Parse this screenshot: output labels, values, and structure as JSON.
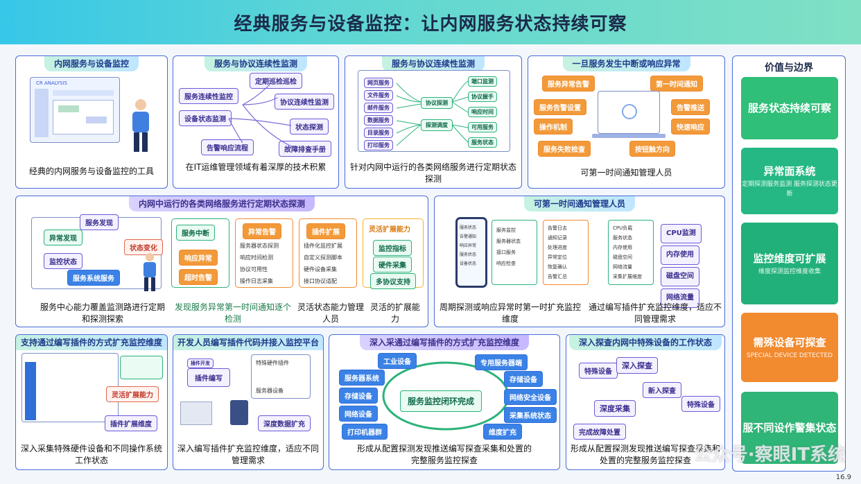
{
  "title": "经典服务与设备监控：让内网服务状态持续可察",
  "panels": {
    "p1": {
      "title": "内网服务与设备监控",
      "caption": "经典的内网服务与设备监控的工具",
      "screen_label": "CR ANALYSIS"
    },
    "p2": {
      "title": "服务与协议连续性监测",
      "caption": "在IT运维管理领域有着深厚的技术积累",
      "nodes": [
        "定期巡检巡检",
        "服务连续性监控",
        "协议连续性监测",
        "设备状态监测",
        "状态探测",
        "告警响应流程",
        "故障排查手册"
      ]
    },
    "p3": {
      "title": "服务与协议连续性监测",
      "caption": "针对内网中运行的各类网络服务进行定期状态探测",
      "left": [
        "网页服务",
        "文件服务",
        "邮件服务",
        "数据服务",
        "目录服务",
        "打印服务"
      ],
      "center": [
        "协议探测",
        "探测调度"
      ],
      "right": [
        "端口监测",
        "协议握手",
        "响应时间",
        "可用服务",
        "服务状态"
      ]
    },
    "p4": {
      "title": "一旦服务发生中断或响应异常",
      "caption": "可第一时间通知管理人员",
      "left": [
        "服务异常告警",
        "服务告警设置",
        "操作机制",
        "服务失败检查"
      ],
      "right": [
        "第一时间通知",
        "告警推送",
        "快速响应",
        "按钮触方向"
      ]
    },
    "p5": {
      "title": "内网中运行的各类网络服务进行定期状态探测",
      "tags": [
        "服务发现",
        "异常发现",
        "状态变化",
        "监控状态",
        "服务系统服务"
      ],
      "cols": [
        {
          "head": "服务中断",
          "items": [
            "响应异常",
            "超时告警"
          ]
        },
        {
          "head": "异常告警",
          "items": [
            "服务器状态探测",
            "响应时间检测",
            "协议可用性",
            "操作日志采集"
          ]
        },
        {
          "head": "插件扩展",
          "items": [
            "插件化监控扩展",
            "自定义探测脚本",
            "硬件设备采集",
            "接口协议适配"
          ]
        },
        {
          "head": "灵活扩展能力",
          "items": [
            "监控指标",
            "硬件采集",
            "多协议支持"
          ]
        }
      ],
      "captions": [
        "服务中心能力覆盖监测路进行定期和探测探索",
        "发现服务异常第一时间通知逐个检测",
        "灵活状态能力管理人员",
        "灵活的扩展能力"
      ]
    },
    "p6": {
      "title": "可第一时间通知管理人员",
      "phone": [
        "服务状态",
        "告警通知",
        "响应异常",
        "服务状态",
        "设备状态"
      ],
      "doc1": [
        "服务监控",
        "服务器状态",
        "接口服务",
        "响应检查"
      ],
      "doc2": [
        "告警日志",
        "通知记录",
        "处理进度",
        "异常定位",
        "恢复确认",
        "告警汇总"
      ],
      "list": [
        "CPU负载",
        "服务状态",
        "内存使用",
        "磁盘空间",
        "网络流量",
        "采集扩展维度"
      ],
      "right": [
        "CPU监测",
        "内存使用",
        "磁盘空间",
        "网络流量"
      ],
      "captions": [
        "周期探测或响应异常时第一时扩充监控维度",
        "通过编写插件扩充监控维度，适应不同管理需求"
      ]
    },
    "p7": {
      "title": "支持通过编写插件的方式扩充监控维度",
      "caption": "深入采集特殊硬件设备和不同操作系统工作状态",
      "tags": [
        "灵活扩展能力",
        "插件扩展维度"
      ]
    },
    "p8": {
      "title": "开发人员编写插件代码并接入监控平台",
      "caption": "深入编写插件扩充监控维度，适应不同管理需求",
      "tags": [
        "插件编写",
        "特殊硬件插件",
        "服务器设备",
        "深度数据扩充",
        "插件开发"
      ]
    },
    "p9": {
      "title": "深入采通过编写插件的方式扩充监控维度",
      "caption": "形成从配置探测发现推送编写探查采集和处置的完整服务监控探查",
      "center": "服务监控闭环完成",
      "left": [
        "工业设备",
        "服务器系统",
        "存储设备",
        "网络设备",
        "打印机器群"
      ],
      "right": [
        "专用服务器端",
        "存储设备",
        "网络安全设备",
        "采集系统状态",
        "维度扩充"
      ]
    },
    "p10": {
      "title": "深入探查内网中特殊设备的工作状态",
      "caption": "形成从配置探测发现推送编写探查采集和处置的完整服务监控探查",
      "tags": [
        "特殊设备",
        "深入探查",
        "新入探查",
        "深度采集",
        "特殊设备",
        "完成故障处置"
      ]
    }
  },
  "side": {
    "title": "价值与边界",
    "cards": [
      {
        "big": "服务状态持续可察",
        "small": "",
        "color": "#2fbf78"
      },
      {
        "big": "异常面系统",
        "small": "定期探测服务监测 服务探测状态更新",
        "color": "#25b884"
      },
      {
        "big": "监控维度可扩展",
        "small": "维度探测监控维度收集",
        "color": "#22b07a"
      },
      {
        "big": "需殊设备可探查",
        "small": "SPECIAL DEVICE DETECTED",
        "color": "#f28a2f"
      },
      {
        "big": "服不同设作警集状态",
        "small": "",
        "color": "#2fb577"
      }
    ]
  },
  "footer": {
    "page": "16.9",
    "watermark": "公众号·察眼IT系统"
  }
}
